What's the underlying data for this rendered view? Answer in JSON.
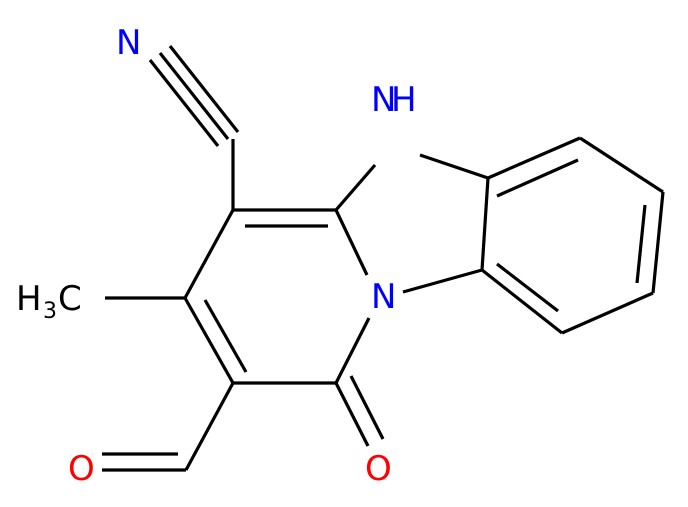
{
  "molecule": {
    "atoms": {
      "nitrile_n": {
        "text": "N",
        "color": "#0000ff"
      },
      "nh_n": {
        "text": "N",
        "color": "#0000ff"
      },
      "nh_h": {
        "text": "H",
        "color": "#0000ff"
      },
      "ring_n": {
        "text": "N",
        "color": "#0000ff"
      },
      "methyl_h": {
        "text": "H",
        "color": "#000000"
      },
      "methyl_sub": {
        "text": "3",
        "color": "#000000"
      },
      "methyl_c": {
        "text": "C",
        "color": "#000000"
      },
      "aldehyde_o": {
        "text": "O",
        "color": "#ff0000"
      },
      "ketone_o": {
        "text": "O",
        "color": "#ff0000"
      }
    },
    "bond_color": "#000000"
  }
}
